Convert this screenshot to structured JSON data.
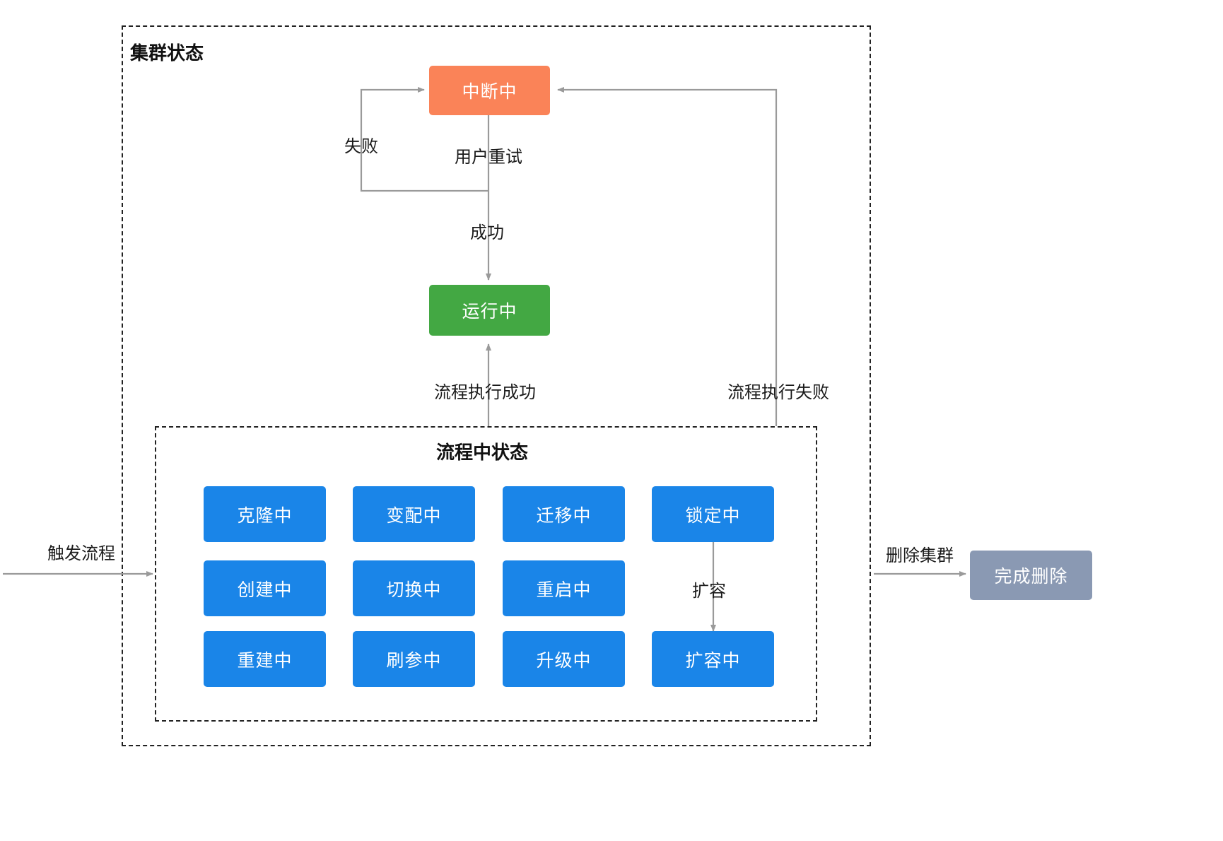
{
  "diagram": {
    "title_outer": "集群状态",
    "title_inner": "流程中状态",
    "colors": {
      "blue": "#1a85e8",
      "orange": "#fa8358",
      "green": "#43a843",
      "gray": "#8a99b3",
      "edge": "#9a9a9a",
      "dashed_border": "#222222",
      "text": "#1b1b1b"
    },
    "nodes": {
      "interrupting": "中断中",
      "running": "运行中",
      "delete_done": "完成删除",
      "process_states": [
        [
          "克隆中",
          "变配中",
          "迁移中",
          "锁定中"
        ],
        [
          "创建中",
          "切换中",
          "重启中",
          ""
        ],
        [
          "重建中",
          "刷参中",
          "升级中",
          "扩容中"
        ]
      ],
      "process_states_flat": [
        "克隆中",
        "变配中",
        "迁移中",
        "锁定中",
        "创建中",
        "切换中",
        "重启中",
        "重建中",
        "刷参中",
        "升级中",
        "扩容中"
      ]
    },
    "edges": {
      "fail": "失败",
      "user_retry": "用户重试",
      "success": "成功",
      "flow_success": "流程执行成功",
      "flow_failed": "流程执行失败",
      "scale_out": "扩容",
      "trigger_flow": "触发流程",
      "delete_cluster": "删除集群"
    }
  }
}
